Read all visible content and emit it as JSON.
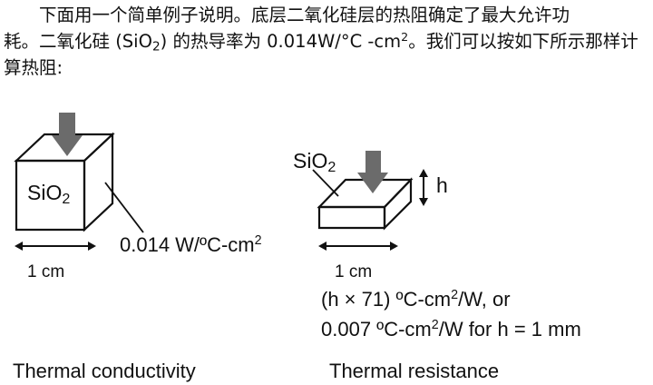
{
  "paragraph": {
    "line1": "下面用一个简单例子说明。底层二氧化硅层的热阻确定了最大允许功",
    "line2_pre": "耗。二氧化硅 (SiO",
    "line2_sub": "2",
    "line2_mid": ") 的热导率为 0.014W/°C -cm",
    "line2_sup": "2",
    "line2_post": "。我们可以按如下所示那样计",
    "line3": "算热阻:"
  },
  "left_figure": {
    "material_base": "SiO",
    "material_sub": "2",
    "conductivity_pre": "0.014 W/ºC-cm",
    "conductivity_sup": "2",
    "dimension": "1 cm",
    "caption": "Thermal conductivity"
  },
  "right_figure": {
    "material_base": "SiO",
    "material_sub": "2",
    "height_label": "h",
    "dimension": "1 cm",
    "formula1_pre": "(h × 71) ºC-cm",
    "formula1_sup": "2",
    "formula1_post": "/W, or",
    "formula2_pre": "0.007 ºC-cm",
    "formula2_sup": "2",
    "formula2_post": "/W for h = 1 mm",
    "caption": "Thermal resistance"
  },
  "colors": {
    "arrow": "#6b6b6b",
    "ink": "#111111"
  }
}
